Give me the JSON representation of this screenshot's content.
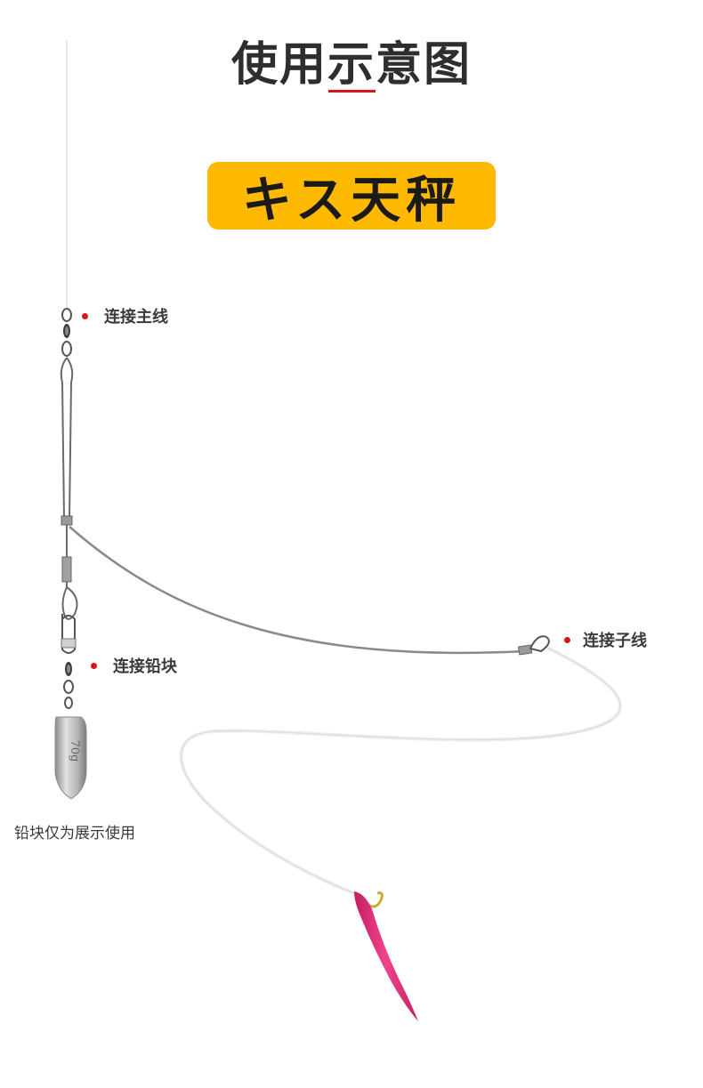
{
  "header": {
    "title": "使用示意图",
    "accent_color": "#d9141d"
  },
  "badge": {
    "text": "キス天秤",
    "color": "#ffb900"
  },
  "callouts": {
    "main_line": "连接主线",
    "sinker": "连接铅块",
    "leader": "连接子线"
  },
  "sinker": {
    "weight_label": "70g"
  },
  "note": "铅块仅为展示使用",
  "colors": {
    "lure": "#e6307a",
    "hook": "#c9a93a"
  }
}
